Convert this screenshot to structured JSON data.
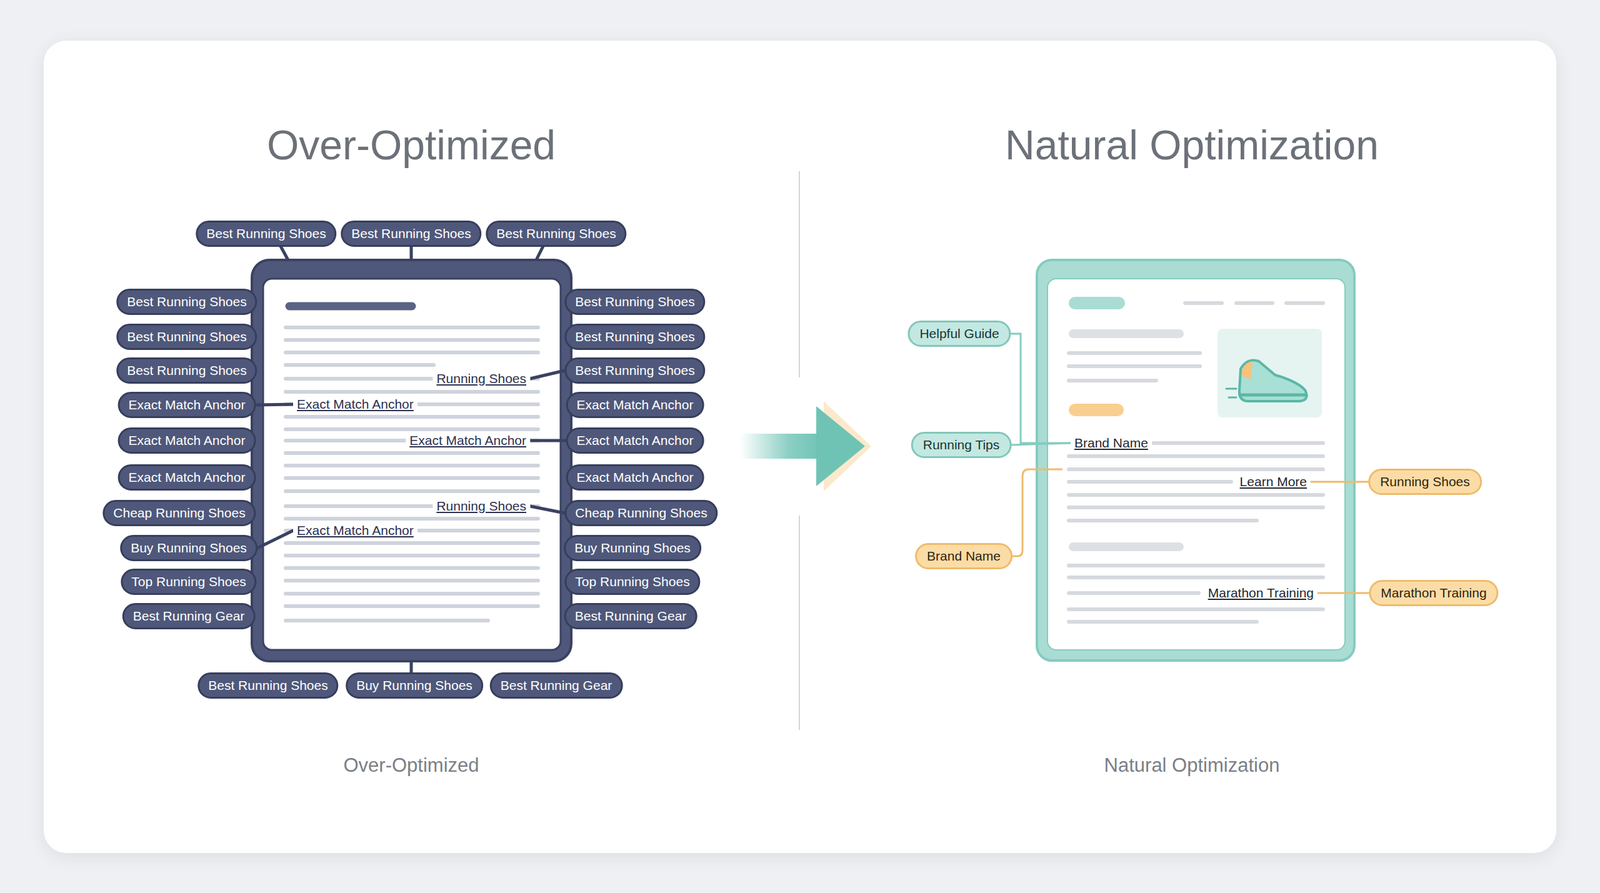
{
  "diagram": {
    "title": "Over-Optimized",
    "caption": "Over-Optimized",
    "nodes": [
      {
        "text": [
          "Best Running Shoes"
        ]
      },
      {
        "text": [
          "Best Running Shoes"
        ]
      },
      {
        "text": [
          "Best Running Shoes"
        ]
      },
      {
        "text": [
          "Best Running Shoes"
        ]
      },
      {
        "text": [
          "Best Running Shoes"
        ]
      },
      {
        "text": [
          "Best Running Shoes"
        ]
      },
      {
        "text": [
          "Exact Match Anchor"
        ]
      },
      {
        "text": [
          "Exact Match Anchor"
        ]
      },
      {
        "text": [
          "Exact Match Anchor"
        ]
      },
      {
        "text": [
          "Cheap Running Shoes"
        ]
      },
      {
        "text": [
          "Buy Running Shoes"
        ]
      },
      {
        "text": [
          "Top Running Shoes"
        ]
      },
      {
        "text": [
          "Best Running Gear"
        ]
      },
      {
        "text": [
          "Running Shoes"
        ]
      },
      {
        "text": [
          "Exact Match Anchor"
        ]
      },
      {
        "text": [
          "Exact Match Anchor"
        ]
      },
      {
        "text": [
          "Running Shoes"
        ]
      },
      {
        "text": [
          "Exact Match Anchor"
        ]
      },
      {
        "text": [
          "Best Running Shoes"
        ]
      },
      {
        "text": [
          "Best Running Shoes"
        ]
      },
      {
        "text": [
          "Best Running Shoes"
        ]
      },
      {
        "text": [
          "Exact Match Anchor"
        ]
      },
      {
        "text": [
          "Exact Match Anchor"
        ]
      },
      {
        "text": [
          "Exact Match Anchor"
        ]
      },
      {
        "text": [
          "Cheap Running Shoes"
        ]
      },
      {
        "text": [
          "Buy Running Shoes"
        ]
      },
      {
        "text": [
          "Top Running Shoes"
        ]
      },
      {
        "text": [
          "Best Running Gear"
        ]
      },
      {
        "text": [
          "Best Running Shoes"
        ]
      },
      {
        "text": [
          "Buy Running Shoes"
        ]
      },
      {
        "text": [
          "Best Running Gear"
        ]
      },
      {
        "text": [
          "Helpful Guide"
        ]
      },
      {
        "text": [
          "Running Tips"
        ]
      },
      {
        "text": [
          "Brand Name"
        ]
      },
      {
        "text": [
          "Learn More"
        ]
      },
      {
        "text": [
          "Running Shoes"
        ]
      },
      {
        "text": [
          "Brand Name"
        ]
      },
      {
        "text": [
          "Marathon Training"
        ]
      },
      {
        "text": [
          "Marathon Training"
        ]
      }
    ],
    "edges": [
      {
        "from": 20,
        "to": 13,
        "arrow": "none"
      },
      {
        "from": 6,
        "to": 14,
        "arrow": "none"
      },
      {
        "from": 15,
        "to": 22,
        "arrow": "none"
      },
      {
        "from": 24,
        "to": 16,
        "arrow": "none"
      },
      {
        "from": 10,
        "to": 17,
        "arrow": "none"
      },
      {
        "from": 31,
        "to": 33,
        "arrow": "none"
      },
      {
        "from": 32,
        "to": 33,
        "arrow": "none"
      },
      {
        "from": 34,
        "to": 35,
        "arrow": "none"
      },
      {
        "from": 37,
        "to": 38,
        "arrow": "none"
      }
    ],
    "labels": [
      "Natural Optimization",
      "Natural Optimization"
    ]
  }
}
